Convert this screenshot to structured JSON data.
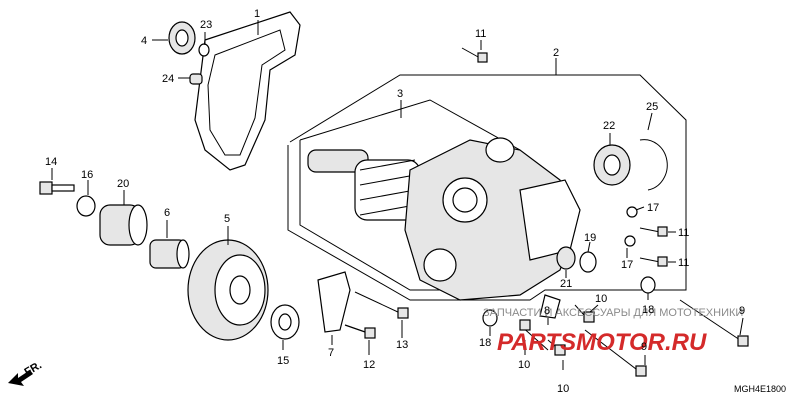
{
  "callouts": {
    "c1": "1",
    "c2": "2",
    "c3": "3",
    "c4": "4",
    "c5": "5",
    "c6": "6",
    "c7": "7",
    "c8": "8",
    "c9a": "9",
    "c9b": "9",
    "c10a": "10",
    "c10b": "10",
    "c10c": "10",
    "c11a": "11",
    "c11b": "11",
    "c11c": "11",
    "c12": "12",
    "c13": "13",
    "c14": "14",
    "c15": "15",
    "c16": "16",
    "c17a": "17",
    "c17b": "17",
    "c18a": "18",
    "c18b": "18",
    "c19": "19",
    "c20": "20",
    "c21": "21",
    "c22": "22",
    "c23": "23",
    "c24": "24",
    "c25": "25"
  },
  "front_marker": "FR.",
  "diagram_code": "MGH4E1800",
  "watermark": {
    "tagline": "ЗАПЧАСТИ И АКСЕССУАРЫ ДЛЯ МОТОТЕХНИКИ",
    "brand": "PARTSMOTOR.RU",
    "color": "#d42a2a"
  }
}
